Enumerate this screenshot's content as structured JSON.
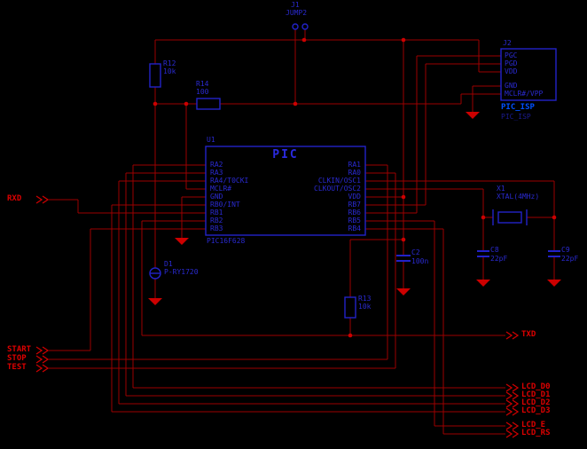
{
  "jumper": {
    "ref": "J1",
    "value": "JUMP2"
  },
  "connector": {
    "ref": "J2",
    "name": "PIC_ISP",
    "value": "PIC_ISP",
    "pins": [
      "PGC",
      "PGD",
      "VDD",
      "GND",
      "MCLR#/VPP"
    ]
  },
  "mcu": {
    "ref": "U1",
    "title": "PIC",
    "value": "PIC16F628",
    "left_pins": [
      "RA2",
      "RA3",
      "RA4/T0CKI",
      "MCLR#",
      "GND",
      "RB0/INT",
      "RB1",
      "RB2",
      "RB3"
    ],
    "right_pins": [
      "RA1",
      "RA0",
      "CLKIN/OSC1",
      "CLKOUT/OSC2",
      "VDD",
      "RB7",
      "RB6",
      "RB5",
      "RB4"
    ]
  },
  "resistors": {
    "r12": {
      "ref": "R12",
      "value": "10k"
    },
    "r14": {
      "ref": "R14",
      "value": "100"
    },
    "r13": {
      "ref": "R13",
      "value": "10k"
    }
  },
  "capacitors": {
    "c2": {
      "ref": "C2",
      "value": "100n"
    },
    "c8": {
      "ref": "C8",
      "value": "22pF"
    },
    "c9": {
      "ref": "C9",
      "value": "22pF"
    }
  },
  "crystal": {
    "ref": "X1",
    "value": "XTAL(4MHz)"
  },
  "diode": {
    "ref": "D1",
    "value": "P-RY1720"
  },
  "nets": {
    "rxd": "RXD",
    "txd": "TXD",
    "start": "START",
    "stop": "STOP",
    "test": "TEST",
    "lcd": [
      "LCD_D0",
      "LCD_D1",
      "LCD_D2",
      "LCD_D3",
      "LCD_E",
      "LCD_RS"
    ]
  },
  "colors": {
    "wire": "#9c0000",
    "accent": "#cc0000",
    "component": "#2222c8",
    "highlight": "#0050ff"
  }
}
